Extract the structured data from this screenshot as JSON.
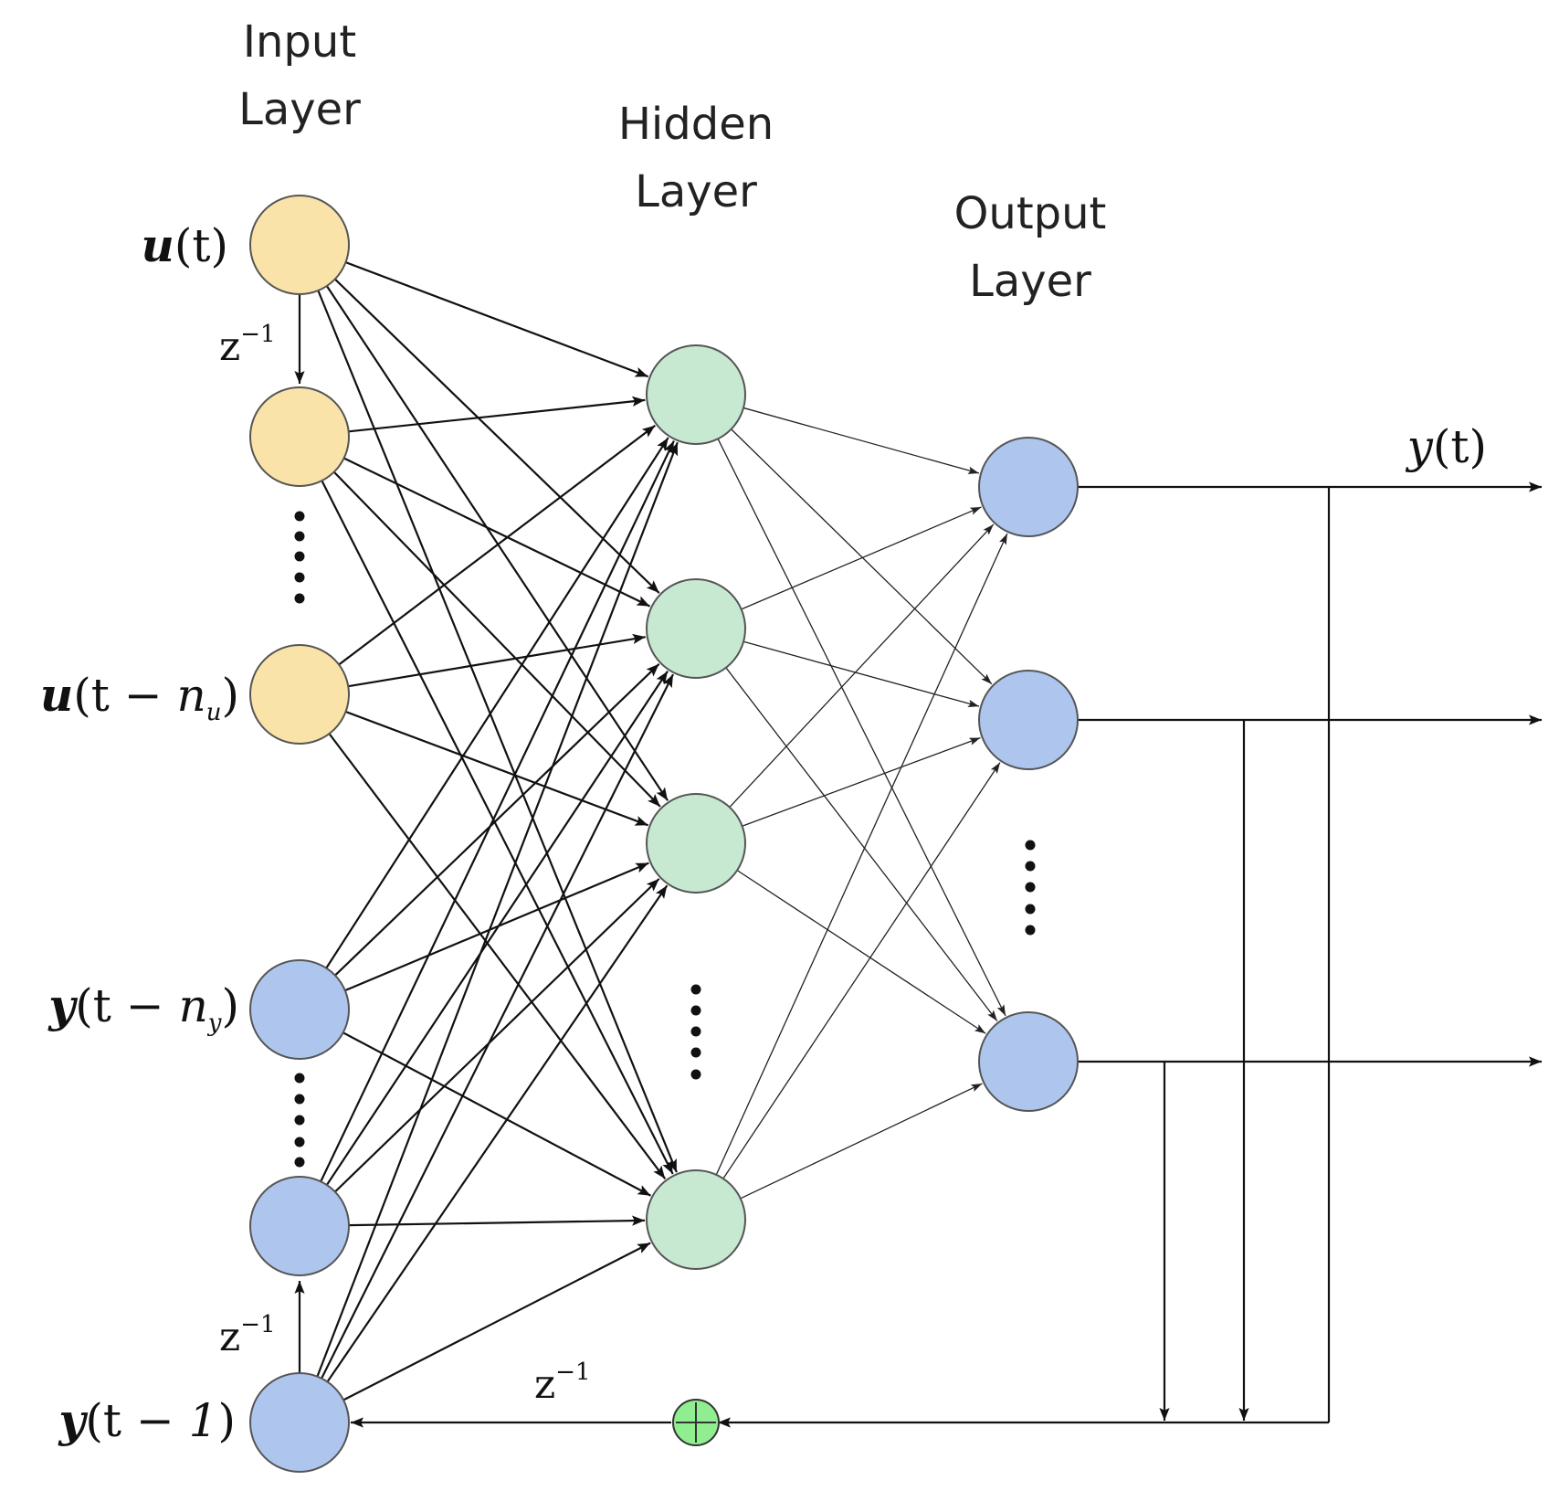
{
  "layers": {
    "input": {
      "title_line1": "Input",
      "title_line2": "Layer"
    },
    "hidden": {
      "title_line1": "Hidden",
      "title_line2": "Layer"
    },
    "output": {
      "title_line1": "Output",
      "title_line2": "Layer"
    }
  },
  "input_labels": {
    "u_t": {
      "sym": "u",
      "arg": "(t)"
    },
    "u_t_nu": {
      "sym": "u",
      "arg_open": "(t",
      "minus": " − ",
      "var": "n",
      "sub": "u",
      "close": ")"
    },
    "y_t_ny": {
      "sym": "y",
      "arg_open": "(t",
      "minus": " − ",
      "var": "n",
      "sub": "y",
      "close": ")"
    },
    "y_t_1": {
      "sym": "y",
      "arg_open": "(t",
      "minus": " − ",
      "num": "1",
      "close": ")"
    }
  },
  "output_label": {
    "sym": "y",
    "arg": "(t)"
  },
  "delay": {
    "base": "z",
    "exp": "−1"
  },
  "colors": {
    "input_u": "#fae3a8",
    "input_y": "#aec6ee",
    "hidden": "#c7e8d1",
    "output": "#aec6ee",
    "sum_node": "#90ee90"
  },
  "icons": {
    "sum": "circle-plus"
  }
}
